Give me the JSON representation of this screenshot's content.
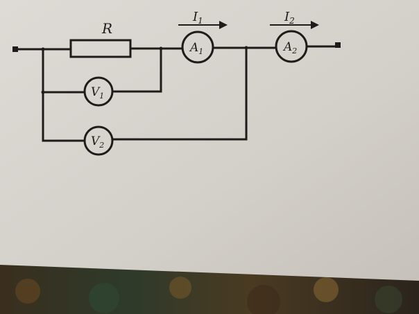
{
  "diagram": {
    "type": "electric-circuit",
    "resistor": {
      "label": "R"
    },
    "ammeters": [
      {
        "letter": "A",
        "index": "1",
        "current_letter": "I",
        "current_index": "1"
      },
      {
        "letter": "A",
        "index": "2",
        "current_letter": "I",
        "current_index": "2"
      }
    ],
    "voltmeters": [
      {
        "letter": "V",
        "index": "1"
      },
      {
        "letter": "V",
        "index": "2"
      }
    ]
  },
  "colors": {
    "paper": "#d6d3ce",
    "ink": "#1e1c1a",
    "background": "#2a2620"
  }
}
